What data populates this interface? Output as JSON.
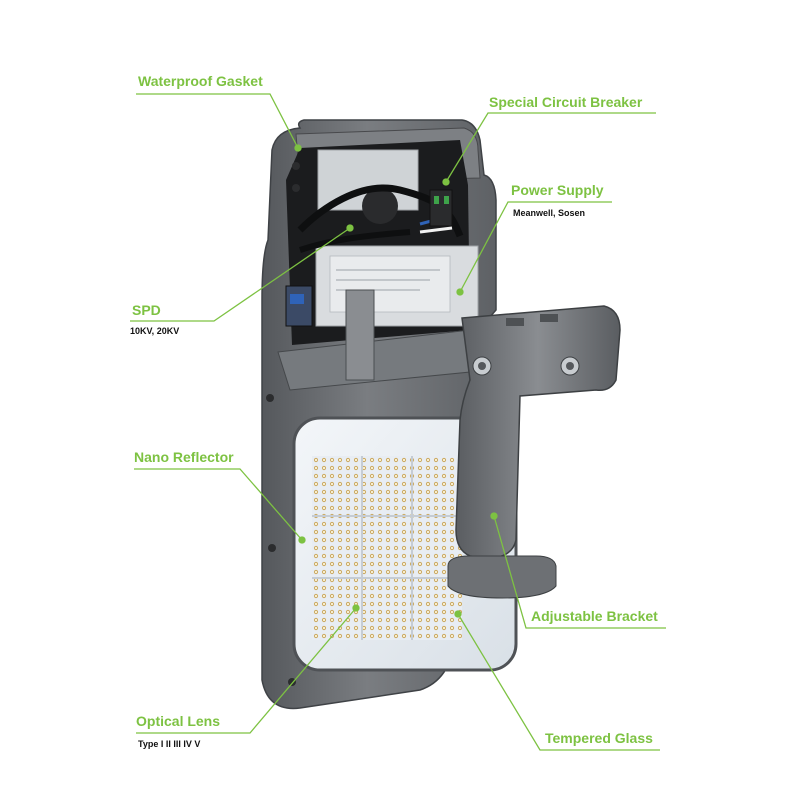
{
  "colors": {
    "accent": "#7dc242",
    "housing": "#6b6e72",
    "housing_dark": "#4f5256",
    "led_panel": "#dfe6ee"
  },
  "labels": {
    "waterproof_gasket": "Waterproof Gasket",
    "special_circuit_breaker": "Special Circuit Breaker",
    "power_supply": "Power Supply",
    "power_supply_sub": "Meanwell, Sosen",
    "spd": "SPD",
    "spd_sub": "10KV, 20KV",
    "nano_reflector": "Nano Reflector",
    "adjustable_bracket": "Adjustable Bracket",
    "optical_lens": "Optical Lens",
    "optical_lens_sub": "Type I II III IV V",
    "tempered_glass": "Tempered Glass"
  }
}
